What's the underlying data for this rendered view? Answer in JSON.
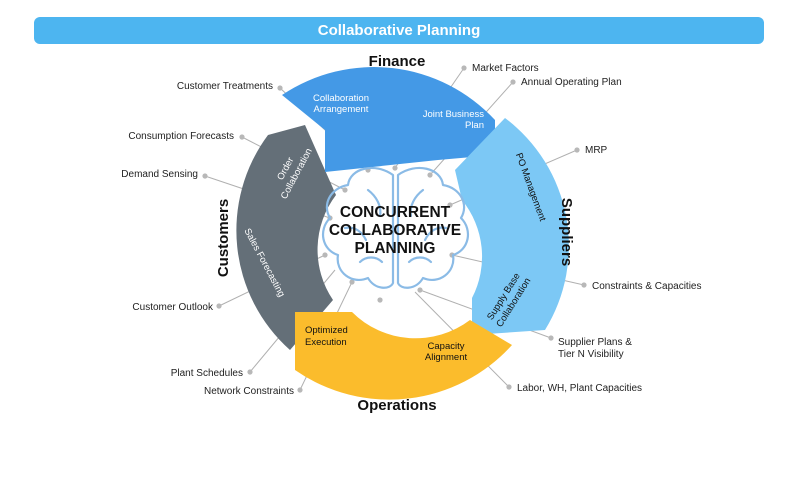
{
  "title": "Collaborative Planning",
  "center": {
    "line1": "CONCURRENT",
    "line2": "COLLABORATIVE",
    "line3": "PLANNING"
  },
  "colors": {
    "title_bar": "#4db5f0",
    "finance": "#4499e6",
    "suppliers": "#7cc8f5",
    "operations": "#fbbc2c",
    "customers": "#646f78",
    "brain": "#8bbbe6"
  },
  "quadrants": {
    "finance": {
      "title": "Finance",
      "seg1": [
        "Collaboration",
        "Arrangement"
      ],
      "seg2": [
        "Joint Business",
        "Plan"
      ]
    },
    "suppliers": {
      "title": "Suppliers",
      "seg1": "PO Management",
      "seg2": [
        "Supply Base",
        "Collaboration"
      ]
    },
    "operations": {
      "title": "Operations",
      "seg1": [
        "Optimized",
        "Execution"
      ],
      "seg2": [
        "Capacity",
        "Alignment"
      ]
    },
    "customers": {
      "title": "Customers",
      "seg1": [
        "Order",
        "Collaboration"
      ],
      "seg2": "Sales Forecasting"
    }
  },
  "callouts": {
    "market_factors": "Market Factors",
    "annual_operating_plan": "Annual Operating Plan",
    "mrp": "MRP",
    "constraints_capacities": "Constraints & Capacities",
    "supplier_plans": [
      "Supplier Plans &",
      "Tier N Visibility"
    ],
    "labor_wh": "Labor, WH, Plant Capacities",
    "network_constraints": "Network Constraints",
    "plant_schedules": "Plant Schedules",
    "customer_outlook": "Customer Outlook",
    "demand_sensing": "Demand Sensing",
    "consumption_forecasts": "Consumption Forecasts",
    "customer_treatments": "Customer Treatments"
  }
}
